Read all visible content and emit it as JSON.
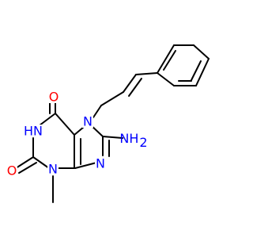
{
  "atoms": {
    "o_top": {
      "text": "O",
      "color": "#ff0000"
    },
    "o_left": {
      "text": "O",
      "color": "#ff0000"
    },
    "nh_left": {
      "text": "HN",
      "color": "#0000ff"
    },
    "n_ring_bottom": {
      "text": "N",
      "color": "#0000ff"
    },
    "n_imid_bottom": {
      "text": "N",
      "color": "#0000ff"
    },
    "n_imid_top": {
      "text": "N",
      "color": "#0000ff"
    },
    "nh2": {
      "text": "NH",
      "subscript": "2",
      "color": "#0000ff"
    }
  }
}
